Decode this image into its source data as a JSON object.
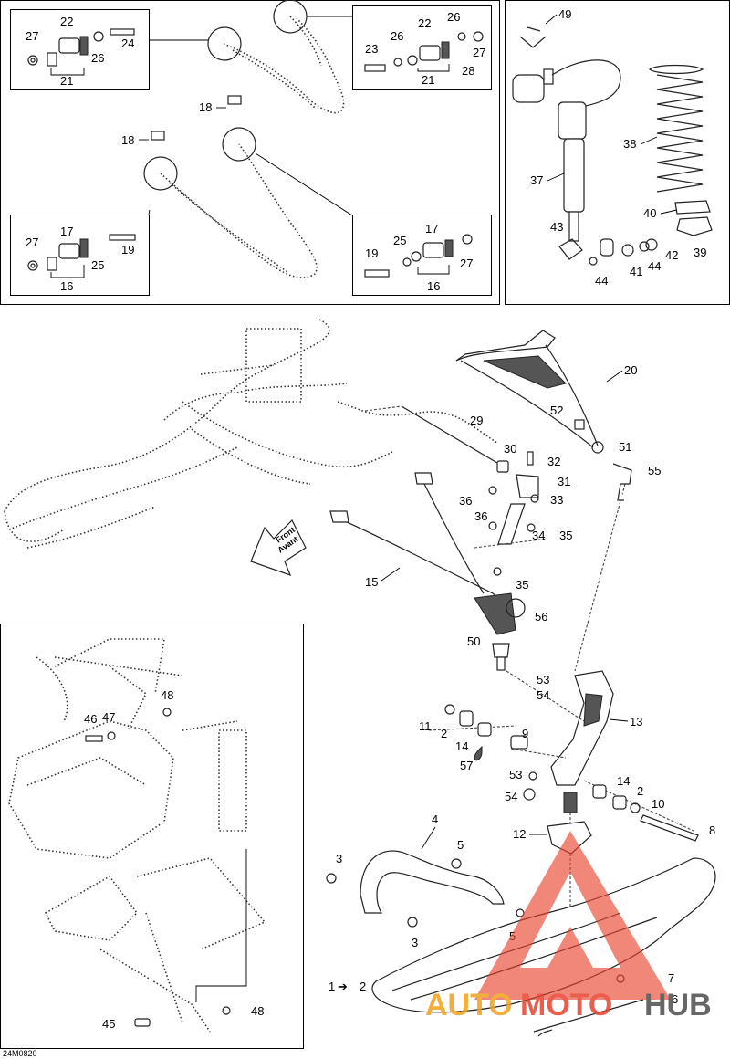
{
  "diagram_code": "24M0820",
  "arrow_label": {
    "line1": "Front",
    "line2": "Avant"
  },
  "watermark": {
    "part1": "AUTO",
    "part2": "MOTO",
    "part3": "HUB",
    "color_red": "#e8432e",
    "color_orange": "#f2a21b",
    "color_gray": "#4d4d4d"
  },
  "callouts": {
    "tl_27": "27",
    "tl_22": "22",
    "tl_24": "24",
    "tl_26": "26",
    "tl_21": "21",
    "tr_23": "23",
    "tr_26a": "26",
    "tr_22": "22",
    "tr_26b": "26",
    "tr_27": "27",
    "tr_28": "28",
    "tr_21": "21",
    "top_18a": "18",
    "top_18b": "18",
    "bl_27": "27",
    "bl_17": "17",
    "bl_19": "19",
    "bl_25": "25",
    "bl_16": "16",
    "br_19": "19",
    "br_25": "25",
    "br_17": "17",
    "br_27": "27",
    "br_16": "16",
    "s49": "49",
    "s38": "38",
    "s37": "37",
    "s40": "40",
    "s43": "43",
    "s42": "42",
    "s39": "39",
    "s44a": "44",
    "s41": "41",
    "s44b": "44",
    "m20": "20",
    "m52": "52",
    "m51": "51",
    "m55": "55",
    "m29": "29",
    "m30": "30",
    "m32": "32",
    "m31": "31",
    "m36a": "36",
    "m33": "33",
    "m36b": "36",
    "m34": "34",
    "m35a": "35",
    "m15": "15",
    "m35b": "35",
    "m56": "56",
    "m50": "50",
    "m53a": "53",
    "m54a": "54",
    "m13": "13",
    "m11": "11",
    "m2a": "2",
    "m14a": "14",
    "m9": "9",
    "m57": "57",
    "m53b": "53",
    "m54b": "54",
    "m14b": "14",
    "m2b": "2",
    "m10": "10",
    "m8": "8",
    "m12": "12",
    "m4": "4",
    "m5a": "5",
    "m3a": "3",
    "m3b": "3",
    "m5b": "5",
    "m1": "1",
    "m2c": "2",
    "m7": "7",
    "m6": "6",
    "f46": "46",
    "f47": "47",
    "f48a": "48",
    "f45": "45",
    "f48b": "48"
  }
}
